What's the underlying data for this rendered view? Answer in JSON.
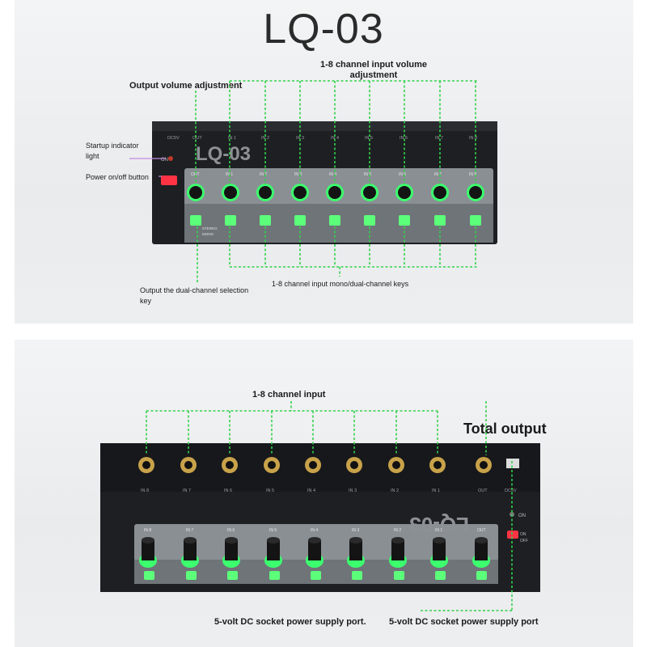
{
  "top": {
    "title": "LQ-03",
    "labels": {
      "channel_volume": "1-8 channel input volume adjustment",
      "channel_volume_line1": "1-8 channel input volume",
      "channel_volume_line2": "adjustment",
      "output_volume": "Output volume adjustment",
      "indicator_line1": "Startup indicator",
      "indicator_line2": "light",
      "power": "Power on/off button",
      "dual_select_line1": "Output the dual-channel selection",
      "dual_select_line2": "key",
      "mono_keys": "1-8 channel input mono/dual-channel keys"
    },
    "device": {
      "logo": "LQ-03",
      "top_ports": [
        "DC5V",
        "OUT",
        "IN 1",
        "IN 2",
        "IN 3",
        "IN 4",
        "IN 5",
        "IN 6",
        "IN 7",
        "IN 8"
      ],
      "knob_labels": [
        "OUT",
        "IN 1",
        "IN 2",
        "IN 3",
        "IN 4",
        "IN 5",
        "IN 6",
        "IN 7",
        "IN 8"
      ],
      "on_label": "ON",
      "key_top": "STEREO",
      "key_bottom": "MONO"
    }
  },
  "bottom": {
    "labels": {
      "channel_input": "1-8 channel input",
      "total_output": "Total output",
      "dc_left": "5-volt DC socket power supply port.",
      "dc_right": "5-volt DC socket power supply port"
    },
    "device": {
      "logo": "LQ-03",
      "ports": [
        "IN 8",
        "IN 7",
        "IN 6",
        "IN 5",
        "IN 4",
        "IN 3",
        "IN 2",
        "IN 1",
        "OUT",
        "DC5V"
      ],
      "knob_labels": [
        "IN 8",
        "IN 7",
        "IN 6",
        "IN 5",
        "IN 4",
        "IN 3",
        "IN 2",
        "IN 1",
        "OUT"
      ],
      "on_label": "ON",
      "off_label": "OFF"
    }
  },
  "colors": {
    "leader": "#33d24a",
    "leader_power": "#c38ae0",
    "glow": "#5cff7a",
    "device_body": "#1d1f22",
    "panel_grey": "#8a8f94",
    "title": "#2b2b2b"
  }
}
